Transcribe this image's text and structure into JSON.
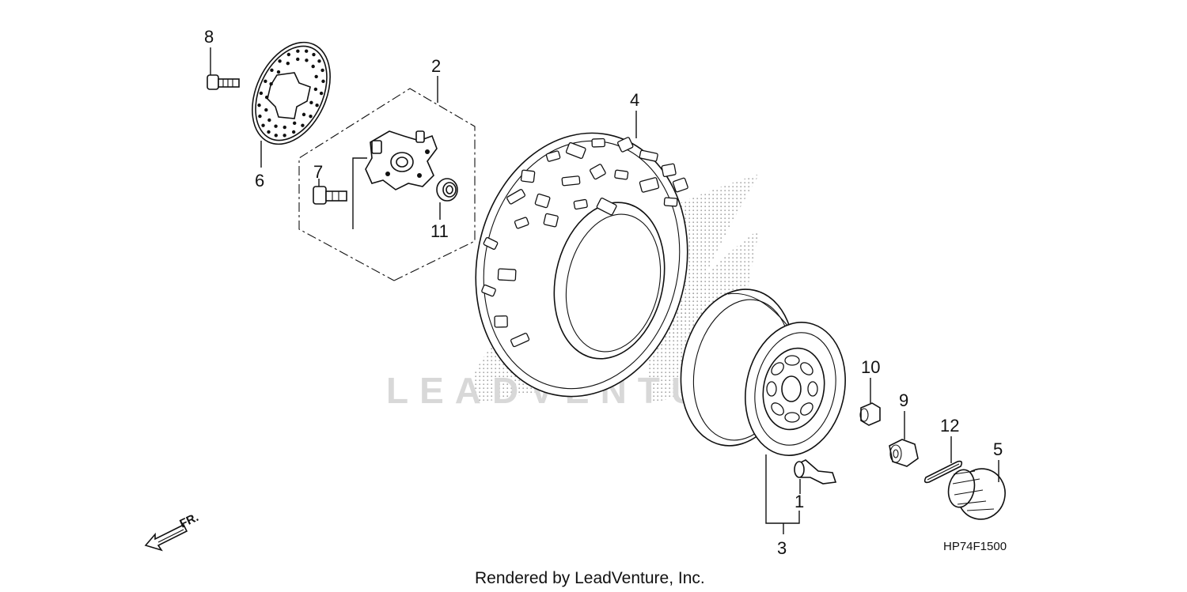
{
  "diagram": {
    "callouts": [
      {
        "id": "1",
        "part": "valve-stem"
      },
      {
        "id": "2",
        "part": "hub-assembly"
      },
      {
        "id": "3",
        "part": "rim-wheel"
      },
      {
        "id": "4",
        "part": "tire"
      },
      {
        "id": "5",
        "part": "hub-cap"
      },
      {
        "id": "6",
        "part": "brake-disc"
      },
      {
        "id": "7",
        "part": "hub-bolt"
      },
      {
        "id": "8",
        "part": "disc-bolt"
      },
      {
        "id": "9",
        "part": "castle-nut"
      },
      {
        "id": "10",
        "part": "wheel-nut"
      },
      {
        "id": "11",
        "part": "bearing"
      },
      {
        "id": "12",
        "part": "cotter-pin"
      }
    ],
    "diagram_code": "HP74F1500",
    "direction_label": "FR.",
    "watermark": "LEADVENTURE",
    "footer": "Rendered by LeadVenture, Inc."
  }
}
